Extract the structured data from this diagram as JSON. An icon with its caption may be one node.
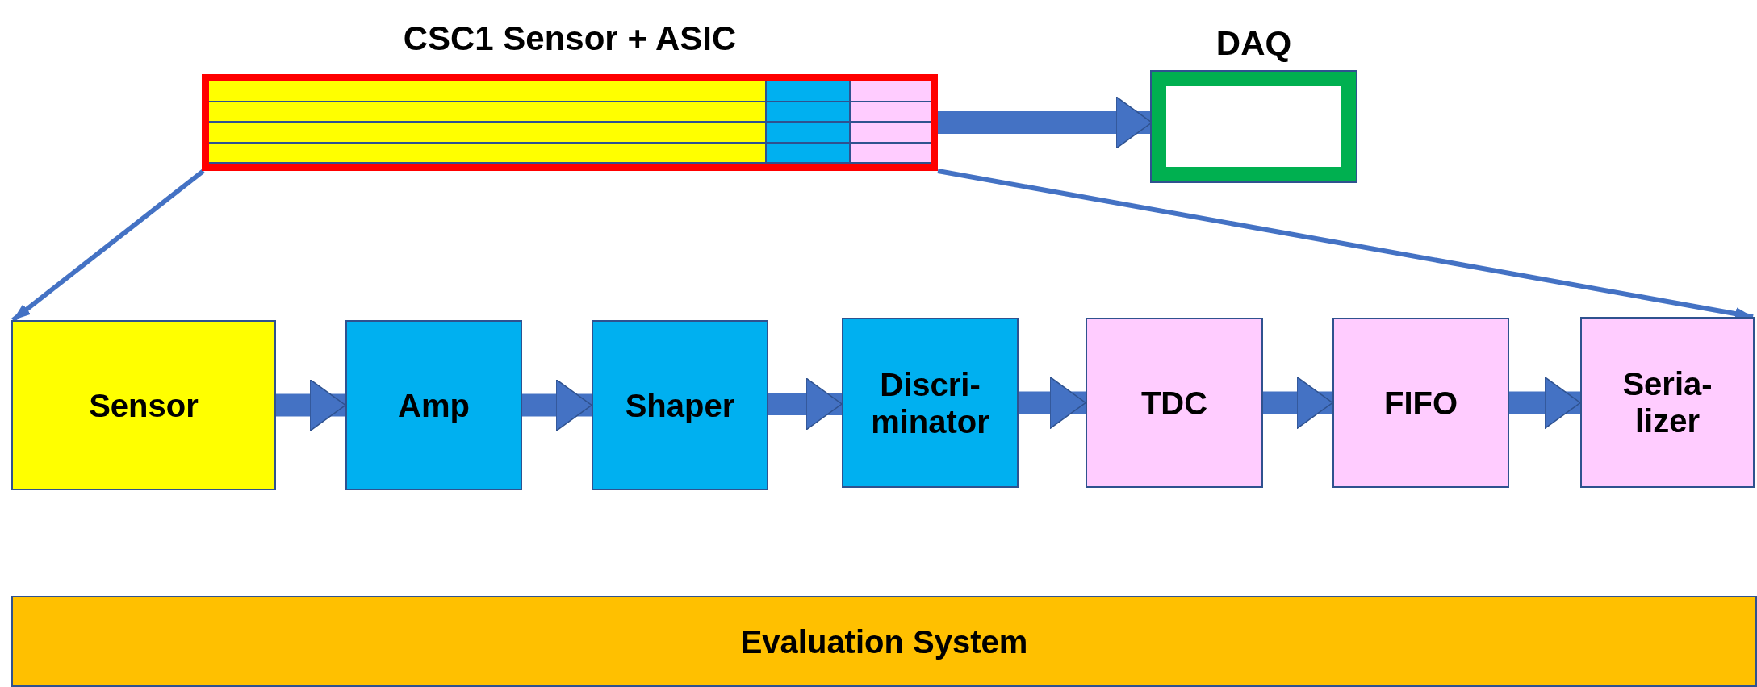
{
  "diagram": {
    "nodes": [
      {
        "text": [
          "CSC1 Sensor + ASIC"
        ]
      },
      {
        "text": [
          "DAQ"
        ]
      },
      {
        "text": [
          "Sensor"
        ]
      },
      {
        "text": [
          "Amp"
        ]
      },
      {
        "text": [
          "Shaper"
        ]
      },
      {
        "text": [
          "Discri- minator"
        ]
      },
      {
        "text": [
          "TDC"
        ]
      },
      {
        "text": [
          "FIFO"
        ]
      },
      {
        "text": [
          "Seria- lizer"
        ]
      },
      {
        "text": [
          "Evaluation System"
        ]
      }
    ],
    "edges": [
      {
        "from": 0,
        "to": 1,
        "arrow": "to"
      },
      {
        "from": 0,
        "to": 2,
        "arrow": "to"
      },
      {
        "from": 0,
        "to": 8,
        "arrow": "to"
      },
      {
        "from": 2,
        "to": 3,
        "arrow": "to"
      },
      {
        "from": 3,
        "to": 4,
        "arrow": "to"
      },
      {
        "from": 4,
        "to": 5,
        "arrow": "to"
      },
      {
        "from": 5,
        "to": 6,
        "arrow": "to"
      },
      {
        "from": 6,
        "to": 7,
        "arrow": "to"
      },
      {
        "from": 7,
        "to": 8,
        "arrow": "to"
      }
    ]
  }
}
